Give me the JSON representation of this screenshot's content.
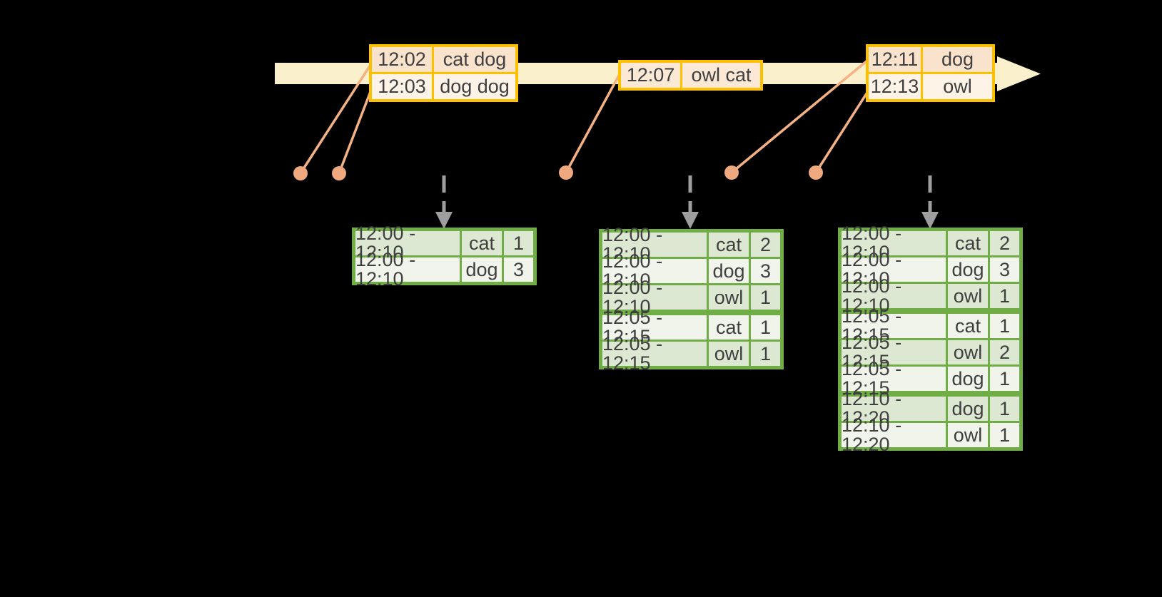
{
  "event_tables": [
    {
      "rows": [
        {
          "time": "12:02",
          "words": "cat dog"
        },
        {
          "time": "12:03",
          "words": "dog dog"
        }
      ]
    },
    {
      "rows": [
        {
          "time": "12:07",
          "words": "owl cat"
        }
      ]
    },
    {
      "rows": [
        {
          "time": "12:11",
          "words": "dog"
        },
        {
          "time": "12:13",
          "words": "owl"
        }
      ]
    }
  ],
  "result_tables": [
    {
      "rows": [
        {
          "window": "12:00 - 12:10",
          "word": "cat",
          "count": "1"
        },
        {
          "window": "12:00 - 12:10",
          "word": "dog",
          "count": "3"
        }
      ]
    },
    {
      "rows": [
        {
          "window": "12:00 - 12:10",
          "word": "cat",
          "count": "2"
        },
        {
          "window": "12:00 - 12:10",
          "word": "dog",
          "count": "3"
        },
        {
          "window": "12:00 - 12:10",
          "word": "owl",
          "count": "1"
        },
        {
          "window": "12:05 - 12:15",
          "word": "cat",
          "count": "1"
        },
        {
          "window": "12:05 - 12:15",
          "word": "owl",
          "count": "1"
        }
      ]
    },
    {
      "rows": [
        {
          "window": "12:00 - 12:10",
          "word": "cat",
          "count": "2"
        },
        {
          "window": "12:00 - 12:10",
          "word": "dog",
          "count": "3"
        },
        {
          "window": "12:00 - 12:10",
          "word": "owl",
          "count": "1"
        },
        {
          "window": "12:05 - 12:15",
          "word": "cat",
          "count": "1"
        },
        {
          "window": "12:05 - 12:15",
          "word": "owl",
          "count": "2"
        },
        {
          "window": "12:05 - 12:15",
          "word": "dog",
          "count": "1"
        },
        {
          "window": "12:10 - 12:20",
          "word": "dog",
          "count": "1"
        },
        {
          "window": "12:10 - 12:20",
          "word": "owl",
          "count": "1"
        }
      ]
    }
  ],
  "colors": {
    "background": "#000000",
    "timeline_band": "#FAF0CC",
    "gold_border": "#FFC000",
    "event_row_dark": "#FAE3CC",
    "event_row_light": "#FDF3E7",
    "event_row_mid": "#FBE9D6",
    "green_border": "#70AD47",
    "green_row_dark": "#DDE8D2",
    "green_row_light": "#F0F4EB",
    "connector_line": "#F4B183",
    "event_dot": "#F0A97E",
    "dashed_arrow": "#9E9E9E",
    "text": "#3F3F3F"
  }
}
